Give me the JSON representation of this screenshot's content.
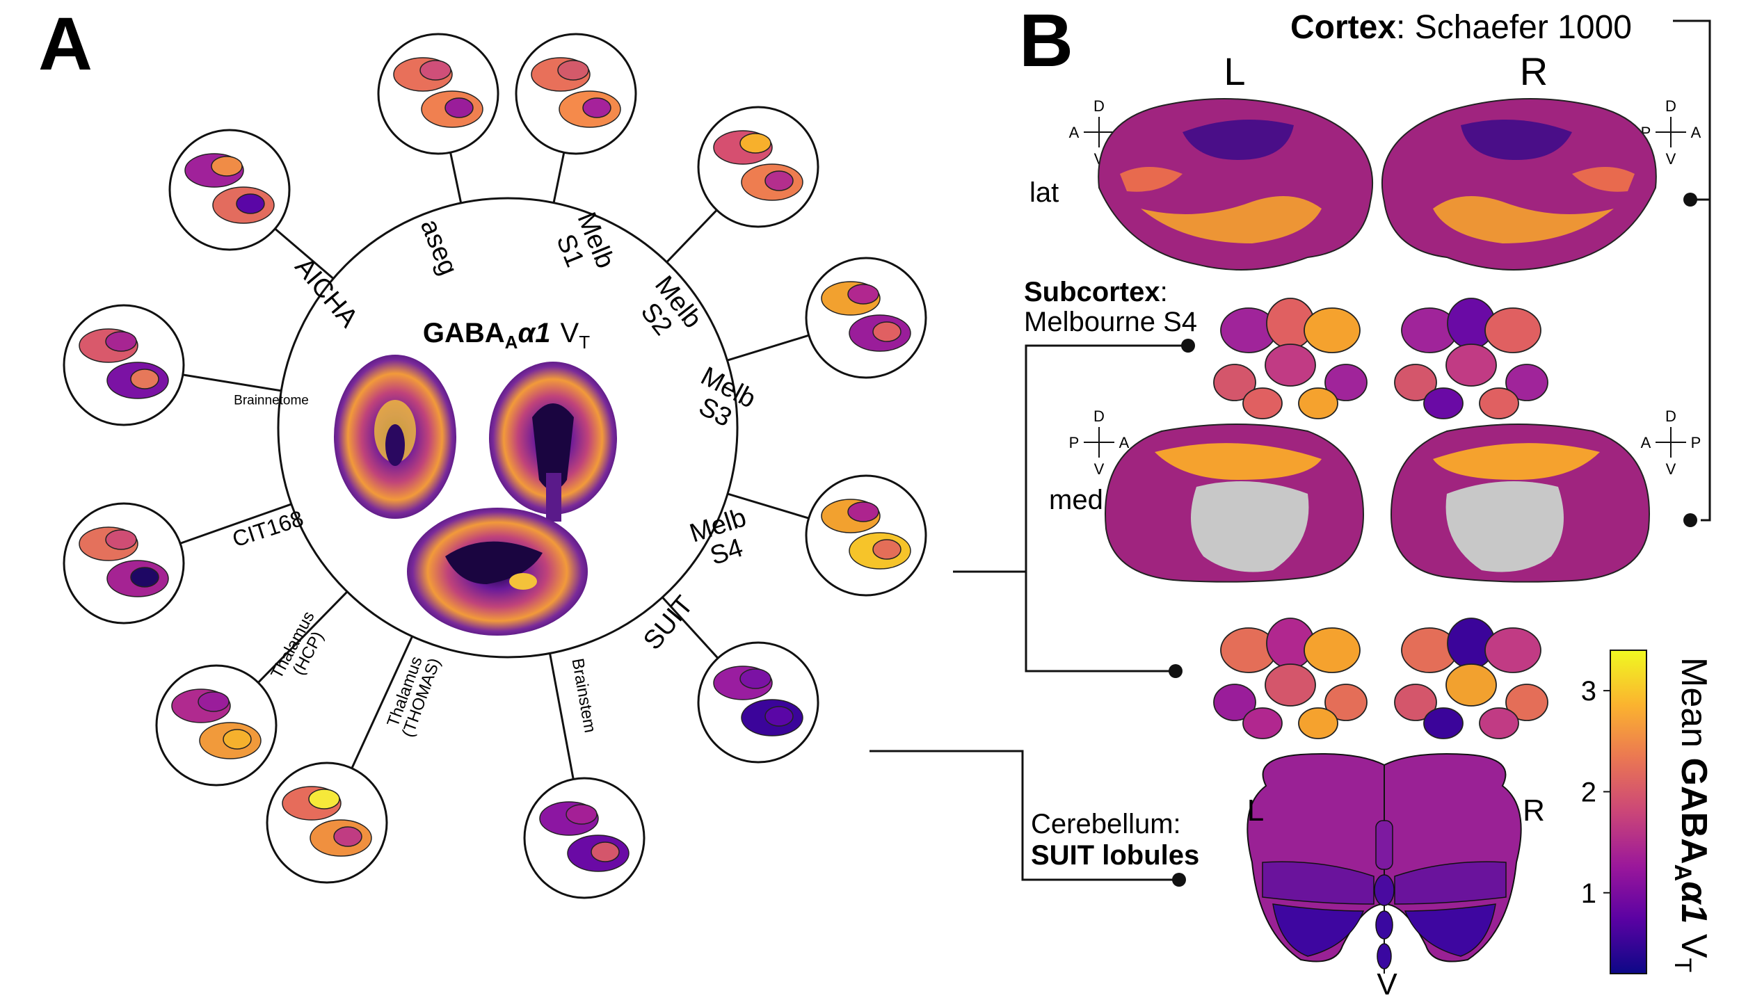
{
  "panel_a": {
    "letter": "A",
    "center_title": {
      "bold": "GABA",
      "sub": "A",
      "rest": "α1",
      "vt": "V",
      "vt_sub": "T"
    },
    "atlases": [
      {
        "id": "aseg",
        "lines": [
          "aseg"
        ]
      },
      {
        "id": "melb-s1",
        "lines": [
          "Melb",
          "S1"
        ]
      },
      {
        "id": "melb-s2",
        "lines": [
          "Melb",
          "S2"
        ]
      },
      {
        "id": "melb-s3",
        "lines": [
          "Melb",
          "S3"
        ]
      },
      {
        "id": "melb-s4",
        "lines": [
          "Melb",
          "S4"
        ]
      },
      {
        "id": "suit",
        "lines": [
          "SUIT"
        ]
      },
      {
        "id": "brainstem",
        "lines": [
          "Brainstem"
        ]
      },
      {
        "id": "thal-thomas",
        "lines": [
          "Thalamus",
          "(THOMAS)"
        ]
      },
      {
        "id": "thal-hcp",
        "lines": [
          "Thalamus",
          "(HCP)"
        ]
      },
      {
        "id": "cit168",
        "lines": [
          "CIT168"
        ]
      },
      {
        "id": "brainnetome",
        "lines": [
          "Brainnetome"
        ]
      },
      {
        "id": "aicha",
        "lines": [
          "AICHA"
        ]
      }
    ]
  },
  "panel_b": {
    "letter": "B",
    "cortex_bold": "Cortex",
    "cortex_rest": ": Schaefer 1000",
    "hemi_left": "L",
    "hemi_right": "R",
    "view_lat": "lat",
    "view_med": "med",
    "compass": {
      "d": "D",
      "v": "V",
      "a": "A",
      "p": "P"
    },
    "subcortex_bold": "Subcortex",
    "subcortex_colon": ":",
    "subcortex_rest": "Melbourne S4",
    "cerebellum_line1": "Cerebellum:",
    "cerebellum_line2": "SUIT lobules",
    "cereb_l": "L",
    "cereb_r": "R",
    "cereb_v": "V"
  },
  "colorbar": {
    "colormap": "plasma",
    "stops": [
      "#0d0887",
      "#5b02a3",
      "#9a179b",
      "#cb4678",
      "#eb7852",
      "#fbb32f",
      "#f0f921"
    ],
    "min": 0.2,
    "max": 3.4,
    "ticks": [
      1,
      2,
      3
    ],
    "title_pre": "Mean ",
    "title_bold": "GABA",
    "title_sub": "A",
    "title_alpha": "α1",
    "title_vt": " V",
    "title_vt_sub": "T"
  }
}
